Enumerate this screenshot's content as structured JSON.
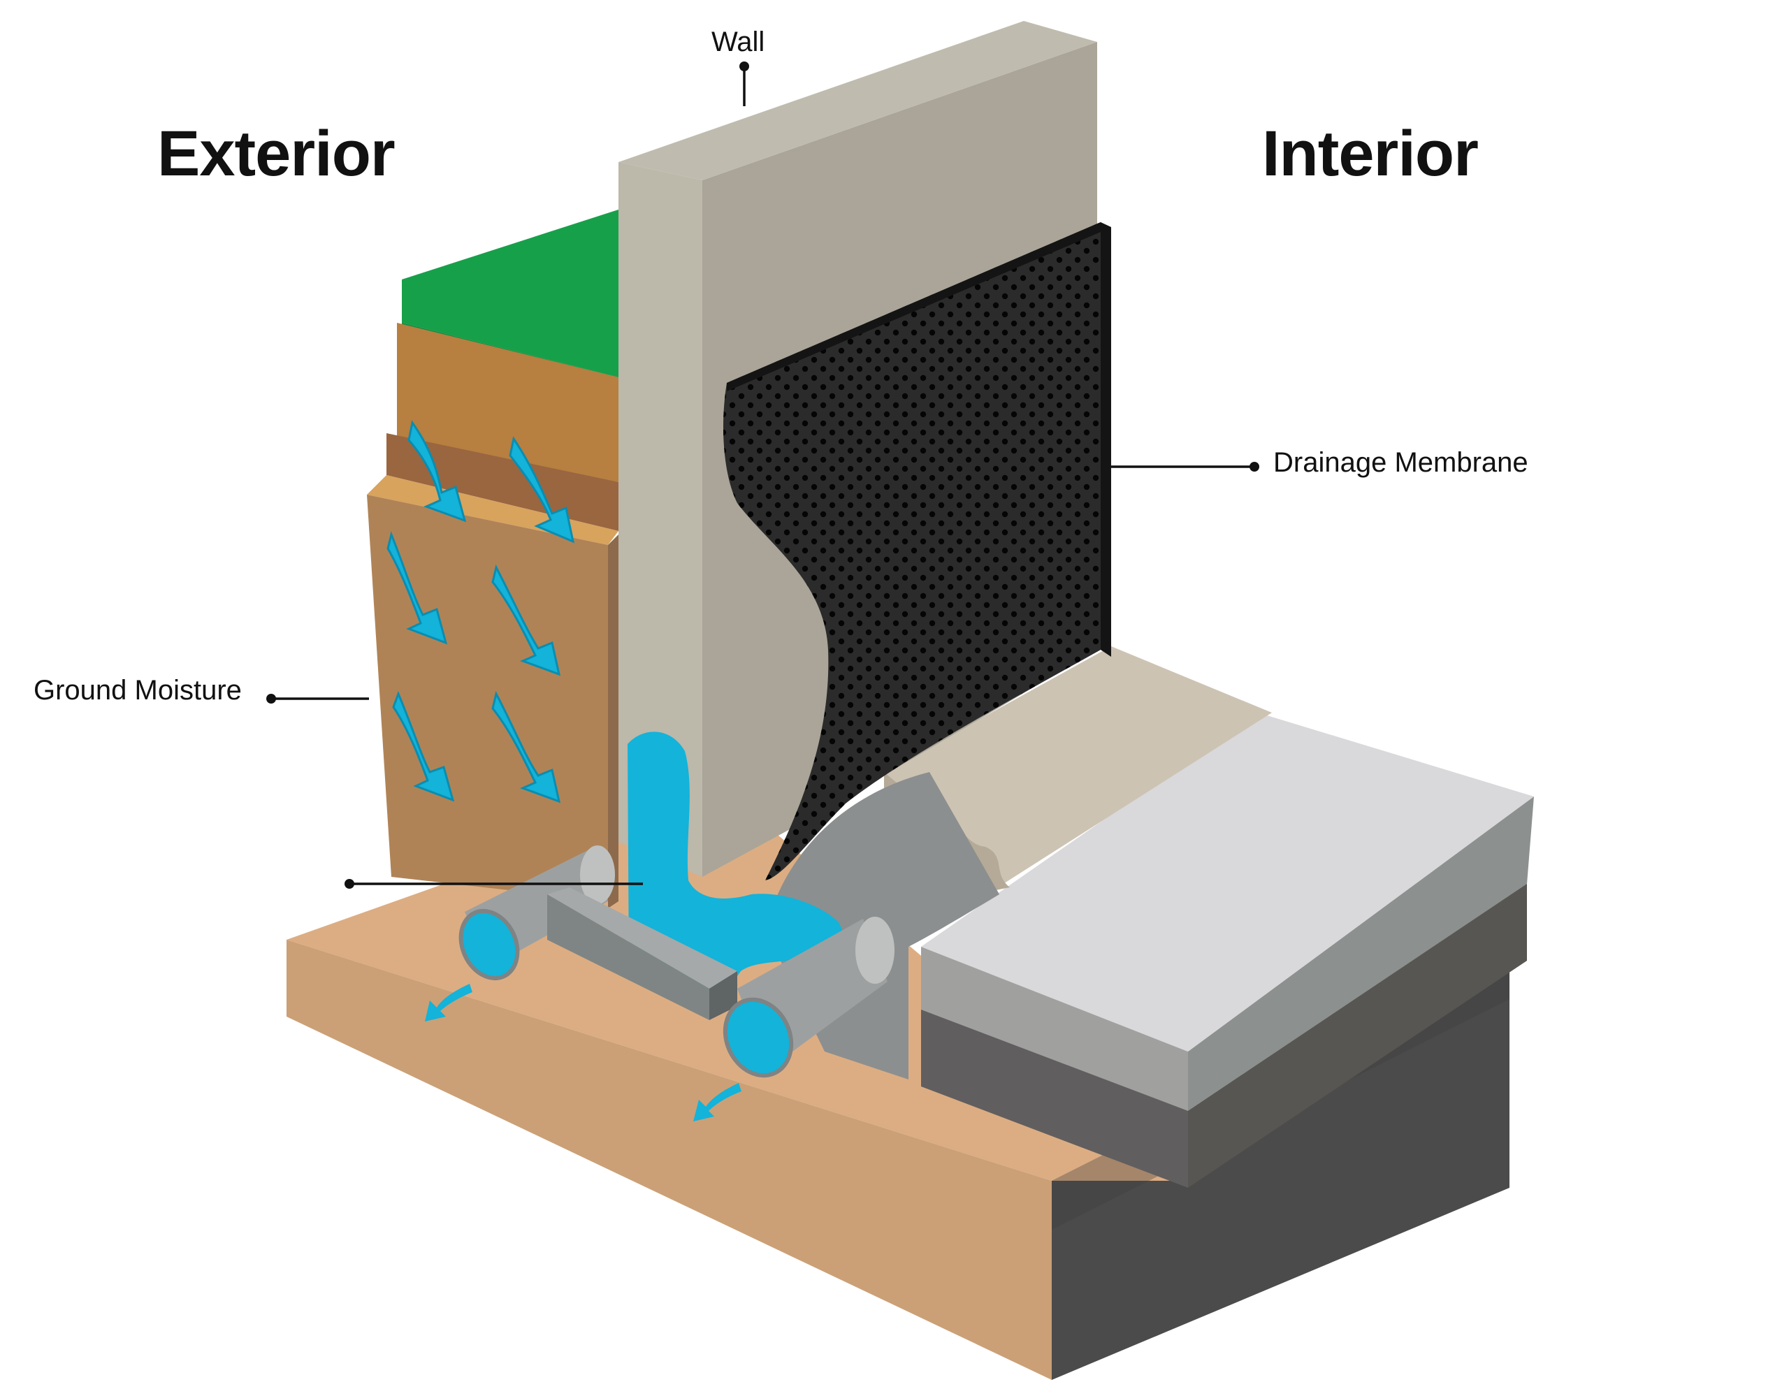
{
  "headings": {
    "exterior": "Exterior",
    "interior": "Interior"
  },
  "callouts": {
    "wall": "Wall",
    "drainage_membrane": "Drainage Membrane",
    "ground_moisture": "Ground Moisture"
  },
  "colors": {
    "grass": "#17a04a",
    "topsoil": "#b77f40",
    "soil": "#b08356",
    "footing_soil": "#dcad83",
    "wall_face": "#bcb8aa",
    "wall_side": "#aaa598",
    "membrane": "#2a2a2a",
    "water": "#13b3da",
    "pipe": "#9da0a0",
    "concrete_slab": "#d9d8da",
    "gravel": "#5e5c5d",
    "sill": "#ccc3b3"
  }
}
